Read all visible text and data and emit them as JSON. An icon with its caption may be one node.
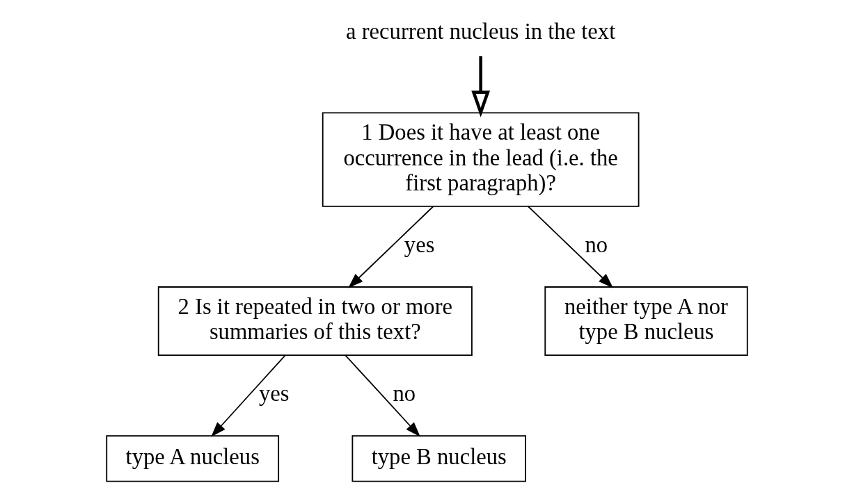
{
  "diagram": {
    "nodes": [
      {
        "text": [
          "a recurrent nucleus in the text"
        ]
      },
      {
        "text": [
          "1 Does it have at least one occurrence in the lead (i.e. the first paragraph)?"
        ]
      },
      {
        "text": [
          "2 Is it repeated in two or more summaries of this text?"
        ]
      },
      {
        "text": [
          "neither type A nor type B nucleus"
        ]
      },
      {
        "text": [
          "type A nucleus"
        ]
      },
      {
        "text": [
          "type B nucleus"
        ]
      }
    ],
    "edges": [
      {
        "from": 0,
        "to": 1,
        "arrow": "to",
        "style": "thick"
      },
      {
        "from": 1,
        "to": 2,
        "arrow": "to",
        "label": "yes"
      },
      {
        "from": 1,
        "to": 3,
        "arrow": "to",
        "label": "no"
      },
      {
        "from": 2,
        "to": 4,
        "arrow": "to",
        "label": "yes"
      },
      {
        "from": 2,
        "to": 5,
        "arrow": "to",
        "label": "no"
      }
    ]
  }
}
